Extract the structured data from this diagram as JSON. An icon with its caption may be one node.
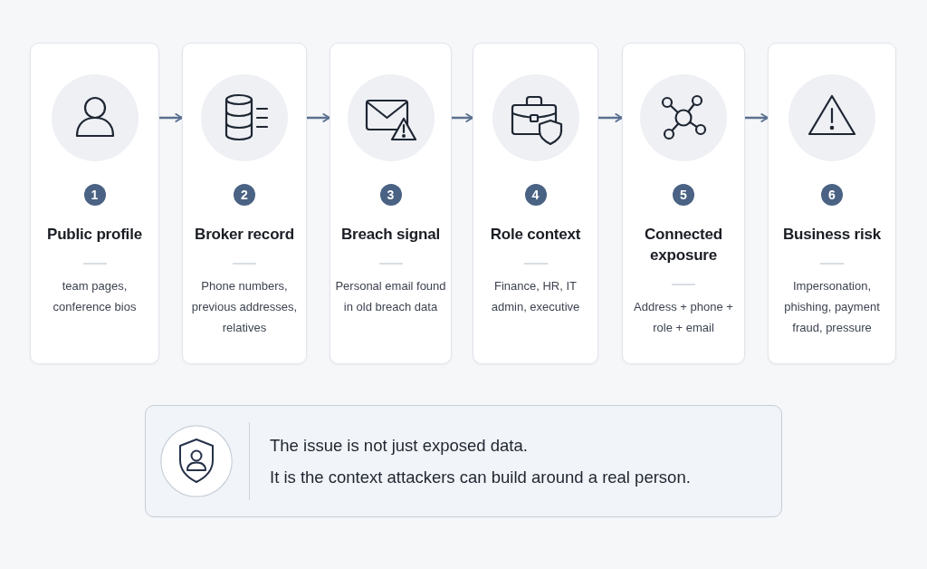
{
  "diagram": {
    "nodes": [
      {
        "text": [
          "1",
          "Public profile",
          "team pages, conference bios"
        ]
      },
      {
        "text": [
          "2",
          "Broker record",
          "Phone numbers, previous addresses, relatives"
        ]
      },
      {
        "text": [
          "3",
          "Breach signal",
          "Personal email found in old breach data"
        ]
      },
      {
        "text": [
          "4",
          "Role context",
          "Finance, HR, IT admin, executive"
        ]
      },
      {
        "text": [
          "5",
          "Connected exposure",
          "Address + phone + role + email"
        ]
      },
      {
        "text": [
          "6",
          "Business risk",
          "Impersonation, phishing, payment fraud, pressure"
        ]
      },
      {
        "text": [
          "The issue is not just exposed data.",
          "It is the context attackers can build around a real person."
        ]
      }
    ],
    "edges": [
      {
        "from": 0,
        "to": 1,
        "arrow": "to"
      },
      {
        "from": 1,
        "to": 2,
        "arrow": "to"
      },
      {
        "from": 2,
        "to": 3,
        "arrow": "to"
      },
      {
        "from": 3,
        "to": 4,
        "arrow": "to"
      },
      {
        "from": 4,
        "to": 5,
        "arrow": "to"
      }
    ]
  }
}
